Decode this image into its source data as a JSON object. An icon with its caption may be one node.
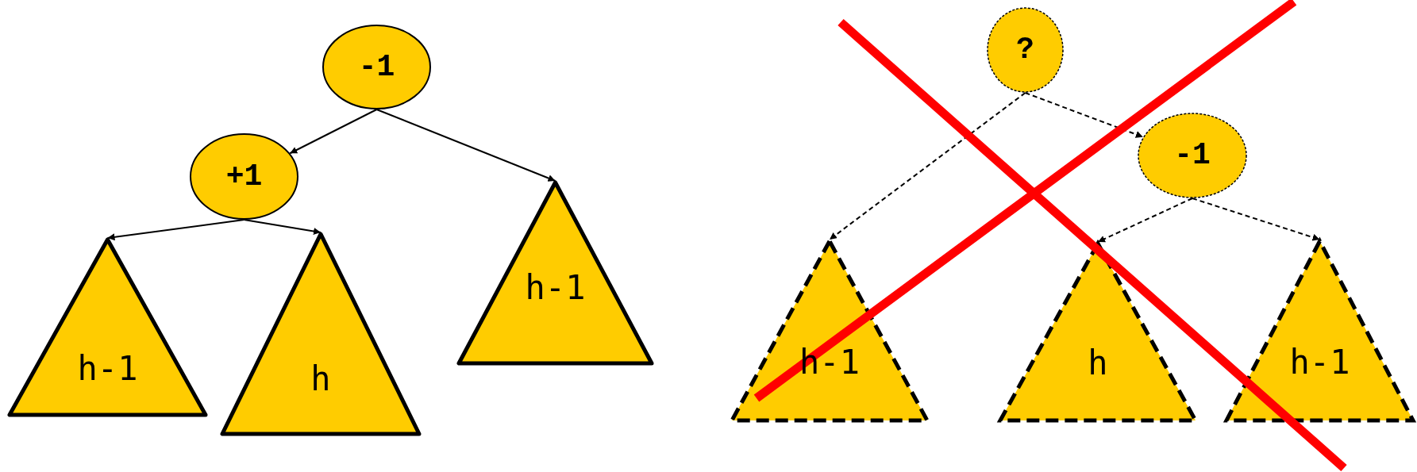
{
  "diagram": {
    "nodes": [
      {
        "text": [
          "-1"
        ]
      },
      {
        "text": [
          "+1"
        ]
      },
      {
        "text": [
          "h-1"
        ]
      },
      {
        "text": [
          "h"
        ]
      },
      {
        "text": [
          "h-1"
        ]
      },
      {
        "text": [
          "?"
        ]
      },
      {
        "text": [
          "-1"
        ]
      },
      {
        "text": [
          "h-1"
        ]
      },
      {
        "text": [
          "h"
        ]
      },
      {
        "text": [
          "h-1"
        ]
      }
    ],
    "edges": [
      {
        "from": 0,
        "to": 1,
        "arrow": "to"
      },
      {
        "from": 0,
        "to": 4,
        "arrow": "to"
      },
      {
        "from": 1,
        "to": 2,
        "arrow": "to"
      },
      {
        "from": 1,
        "to": 3,
        "arrow": "to"
      },
      {
        "from": 5,
        "to": 7,
        "arrow": "to",
        "style": "dashed"
      },
      {
        "from": 5,
        "to": 6,
        "arrow": "to",
        "style": "dashed"
      },
      {
        "from": 6,
        "to": 8,
        "arrow": "to",
        "style": "dashed"
      },
      {
        "from": 6,
        "to": 9,
        "arrow": "to",
        "style": "dashed"
      }
    ]
  }
}
